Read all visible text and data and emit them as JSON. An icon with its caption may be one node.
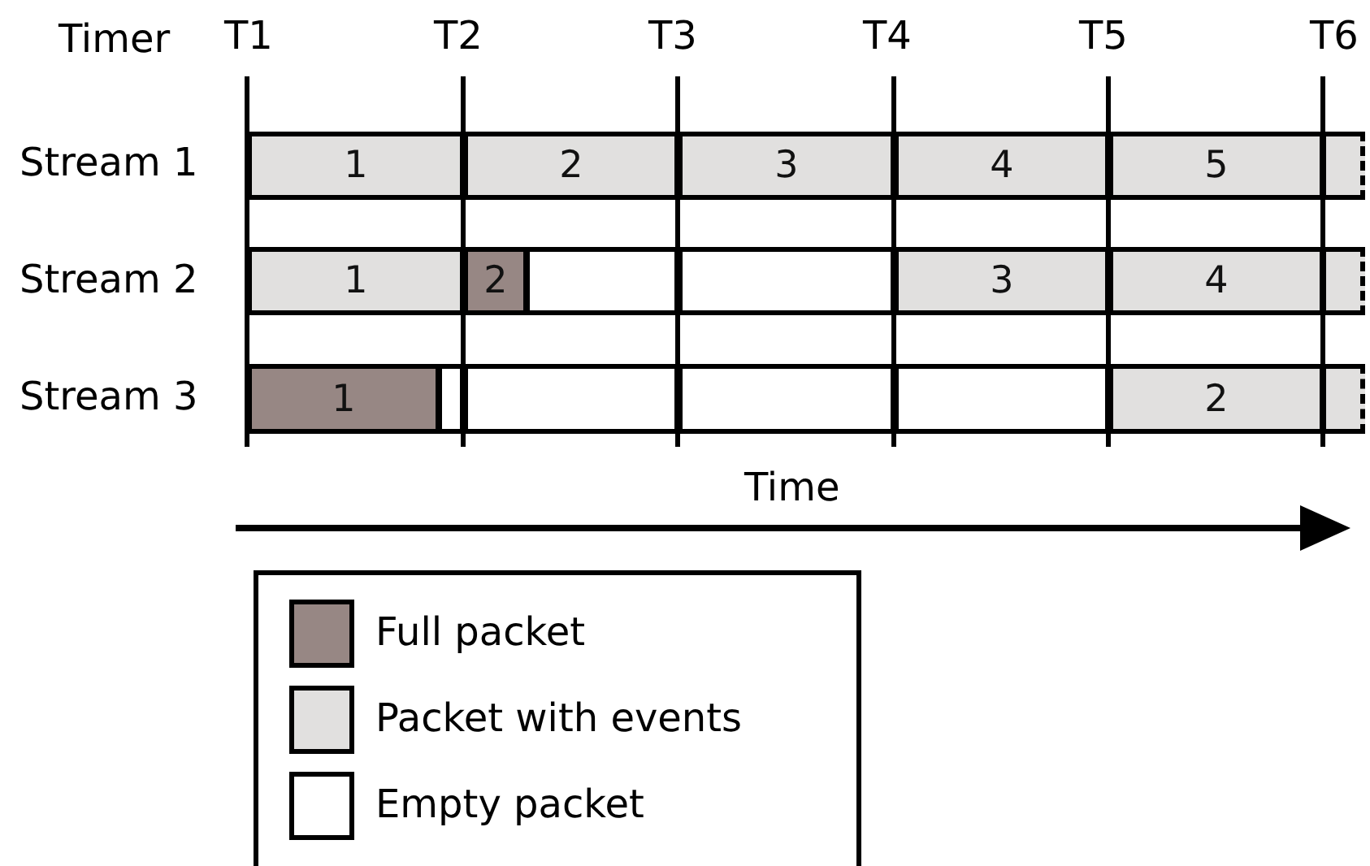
{
  "diagram": {
    "nodes": [
      {
        "text": [
          "1"
        ]
      },
      {
        "text": [
          "2"
        ]
      },
      {
        "text": [
          "3"
        ]
      },
      {
        "text": [
          "4"
        ]
      },
      {
        "text": [
          "5"
        ]
      },
      {
        "text": [],
        "shape": "box"
      },
      {
        "text": [
          "1"
        ]
      },
      {
        "text": [
          "2"
        ]
      },
      {
        "text": [],
        "shape": "box"
      },
      {
        "text": [],
        "shape": "box"
      },
      {
        "text": [
          "3"
        ]
      },
      {
        "text": [
          "4"
        ]
      },
      {
        "text": [],
        "shape": "box"
      },
      {
        "text": [
          "1"
        ]
      },
      {
        "text": [],
        "shape": "box"
      },
      {
        "text": [],
        "shape": "box"
      },
      {
        "text": [],
        "shape": "box"
      },
      {
        "text": [],
        "shape": "box"
      },
      {
        "text": [
          "2"
        ]
      },
      {
        "text": [],
        "shape": "box"
      }
    ],
    "edges": [],
    "labels": [
      "Timer",
      "T1",
      "T2",
      "T3",
      "T4",
      "T5",
      "T6",
      "Stream 1",
      "Stream 2",
      "Stream 3",
      "Time"
    ],
    "legend": [
      {
        "text": "Full packet",
        "color": "#978784"
      },
      {
        "text": "Packet with events",
        "color": "#e1e0df"
      },
      {
        "text": "Empty packet",
        "color": "#ffffff"
      }
    ]
  }
}
